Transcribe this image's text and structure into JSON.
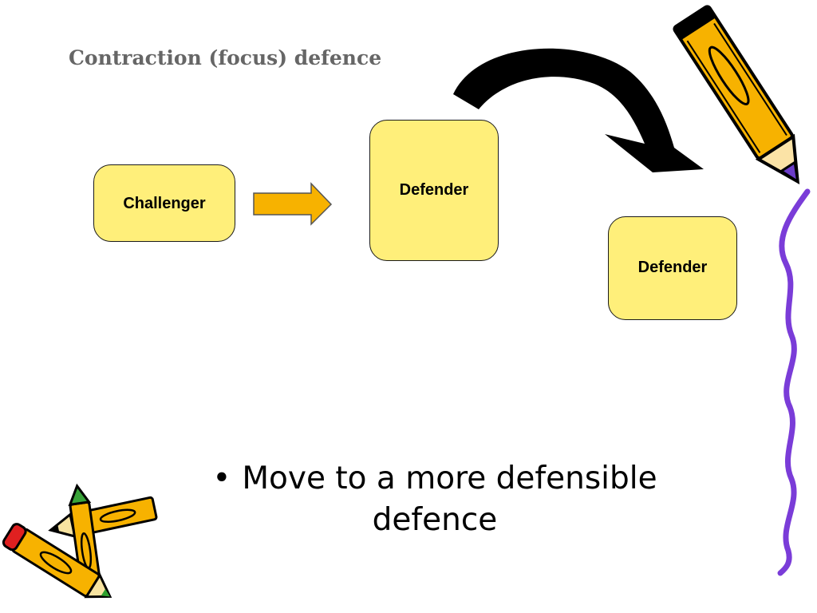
{
  "slide": {
    "title": "Contraction (focus) defence",
    "nodes": {
      "challenger": "Challenger",
      "defender_1": "Defender",
      "defender_2": "Defender"
    },
    "bullet": {
      "marker": "•",
      "text": "Move to a more defensible defence"
    }
  },
  "colors": {
    "box_fill": "#ffef7a",
    "arrow_fill": "#f7b200",
    "title_color": "#666666",
    "squiggle_color": "#7a3cd8"
  },
  "icons": [
    "pencil-icon",
    "crayons-icon",
    "curved-arrow-icon",
    "right-arrow-icon"
  ]
}
